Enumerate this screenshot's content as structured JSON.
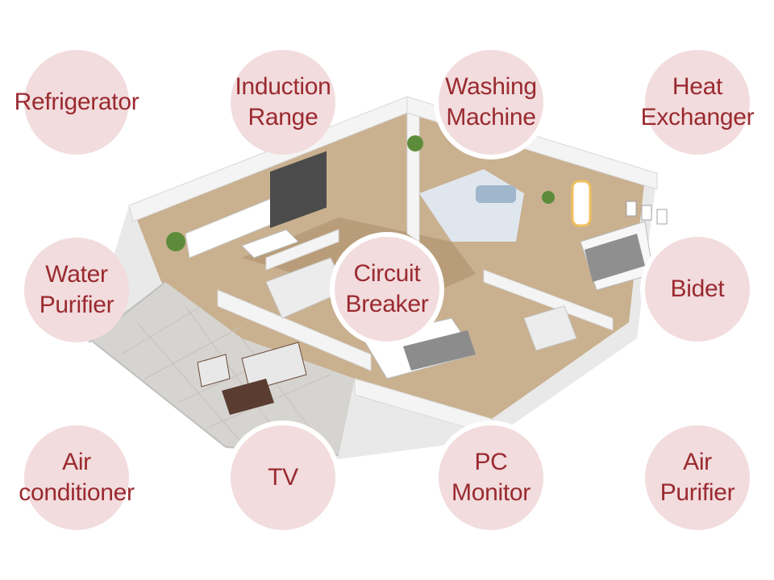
{
  "colors": {
    "bubble_fill": "#f2dcdd",
    "label_text": "#9a2a30",
    "background": "#ffffff"
  },
  "illustration": "isometric-3d-apartment-floorplan",
  "appliances": [
    {
      "id": "refrigerator",
      "label": "Refrigerator"
    },
    {
      "id": "induction-range",
      "label": "Induction\nRange"
    },
    {
      "id": "washing-machine",
      "label": "Washing\nMachine"
    },
    {
      "id": "heat-exchanger",
      "label": "Heat\nExchanger"
    },
    {
      "id": "water-purifier",
      "label": "Water\nPurifier"
    },
    {
      "id": "circuit-breaker",
      "label": "Circuit\nBreaker"
    },
    {
      "id": "bidet",
      "label": "Bidet"
    },
    {
      "id": "air-conditioner",
      "label": "Air\nconditioner"
    },
    {
      "id": "tv",
      "label": "TV"
    },
    {
      "id": "pc-monitor",
      "label": "PC\nMonitor"
    },
    {
      "id": "air-purifier",
      "label": "Air\nPurifier"
    }
  ]
}
